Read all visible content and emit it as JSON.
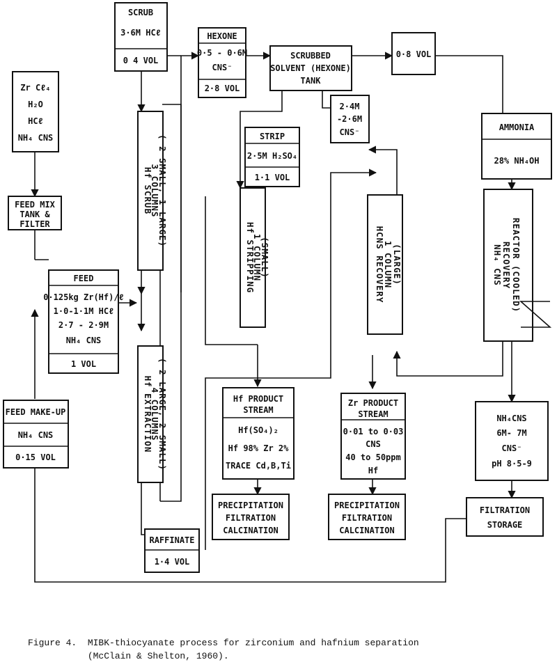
{
  "boxes": {
    "scrub": {
      "l1": "SCRUB",
      "l2": "3·6M HCℓ",
      "l3": "0 4 VOL"
    },
    "hexone": {
      "title": "HEXONE",
      "l1": "0·5 - 0·6M",
      "l2": "CNS⁻",
      "l3": "2·8 VOL"
    },
    "tank": {
      "l1": "SCRUBBED",
      "l2": "SOLVENT (HEXONE)",
      "l3": "TANK"
    },
    "vol08": {
      "l1": "0·8 VOL"
    },
    "cns_add": {
      "l1": "2·4M",
      "l2": "-2·6M",
      "l3": "CNS⁻"
    },
    "ammonia": {
      "title": "AMMONIA",
      "l1": "28% NH₄OH"
    },
    "reagents": {
      "l1": "Zr Cℓ₄",
      "l2": "H₂O",
      "l3": "HCℓ",
      "l4": "NH₄ CNS"
    },
    "feedmix": {
      "l1": "FEED MIX",
      "l2": "TANK &",
      "l3": "FILTER"
    },
    "strip": {
      "title": "STRIP",
      "l1": "2·5M H₂SO₄",
      "l2": "1·1 VOL"
    },
    "feed": {
      "title": "FEED",
      "l1": "0·125kg Zr(Hf)/ℓ",
      "l2": "1·0-1·1M HCℓ",
      "l3": "2·7 - 2·9M",
      "l4": "NH₄ CNS",
      "l5": "1 VOL"
    },
    "feedmakeup": {
      "l1": "FEED MAKE-UP",
      "l2": "NH₄ CNS",
      "l3": "0·15 VOL"
    },
    "hfproduct": {
      "l1": "Hf PRODUCT",
      "l2": "STREAM",
      "l3": "Hf(SO₄)₂",
      "l4": "Hf 98% Zr 2%",
      "l5": "TRACE Cd,B,Ti"
    },
    "zrproduct": {
      "l1": "Zr PRODUCT",
      "l2": "STREAM",
      "l3": "0·01 to 0·03",
      "l4": "CNS",
      "l5": "40 to 50ppm",
      "l6": "Hf"
    },
    "nh4cns": {
      "l1": "NH₄CNS",
      "l2": "6M- 7M",
      "l3": "CNS⁻",
      "l4": "pH 8·5-9"
    },
    "precip1": {
      "l1": "PRECIPITATION",
      "l2": "FILTRATION",
      "l3": "CALCINATION"
    },
    "precip2": {
      "l1": "PRECIPITATION",
      "l2": "FILTRATION",
      "l3": "CALCINATION"
    },
    "filtration": {
      "l1": "FILTRATION",
      "l2": "STORAGE"
    },
    "raffinate": {
      "title": "RAFFINATE",
      "l1": "1·4 VOL"
    }
  },
  "columns": {
    "scrub": {
      "l1": "Hf  SCRUB",
      "l2": "3  COLUMNS",
      "l3": "( 2 SMALL, 1 LARGE)"
    },
    "extraction": {
      "l1": "Hf  EXTRACTION",
      "l2": "4  COLUMNS",
      "l3": "( 2 LARGE, 2 SMALL)"
    },
    "stripping": {
      "l1": "Hf  STRIPPING",
      "l2": "1  COLUMN",
      "l3": "(SMALL)"
    },
    "hcns": {
      "l1": "HCNS  RECOVERY",
      "l2": "1  COLUMN",
      "l3": "(LARGE)"
    },
    "reactor": {
      "l1": "NH₄ CNS",
      "l2": "RECOVERY",
      "l3": "REACTOR (COOLED)"
    }
  },
  "caption": {
    "line1": "Figure 4.  MIBK-thiocyanate process for zirconium and hafnium separation",
    "line2": "           (McClain & Shelton, 1960)."
  }
}
